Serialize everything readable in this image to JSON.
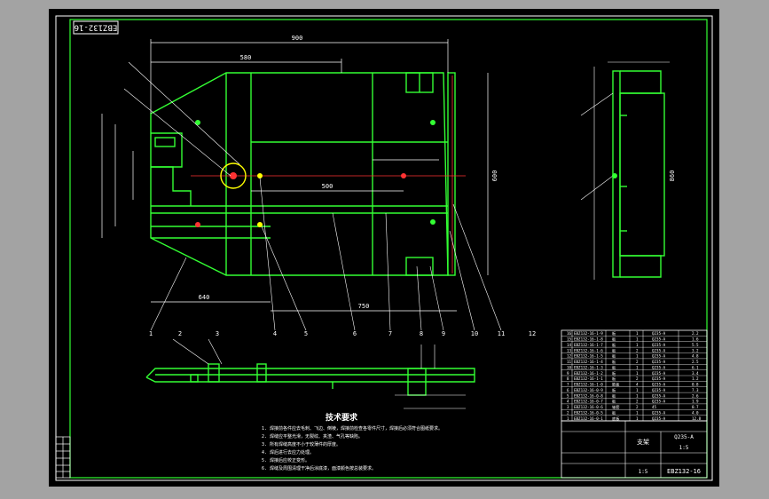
{
  "drawing_number": "EBZ132-16",
  "tech_title": "技术要求",
  "tech_notes": [
    "1. 焊接前各件应去毛刺、飞边、倒棱，焊接前检查各零件尺寸，焊接后必须符合图纸要求。",
    "2. 焊缝应平整光滑，无裂纹、夹渣、气孔等缺陷。",
    "3. 所有焊缝高度不小于较薄件的厚度。",
    "4. 焊后进行去应力处理。",
    "5. 焊接后应校正变形。",
    "6. 焊缝及周围清理干净后涂底漆，面漆颜色按总装要求。"
  ],
  "callouts": [
    "1",
    "2",
    "3",
    "4",
    "5",
    "6",
    "7",
    "8",
    "9",
    "10",
    "11",
    "12"
  ],
  "dimensions": {
    "top_overall": "900",
    "top_left": "580",
    "right_height": "600",
    "bottom_left": "640",
    "bottom_mid": "750",
    "inner_span": "500",
    "right_view_height": "860"
  },
  "parts_list": [
    {
      "no": "16",
      "code": "EBZ132-16-1-9",
      "name": "板",
      "qty": "1",
      "mat": "Q235-A",
      "wt": "2.2"
    },
    {
      "no": "15",
      "code": "EBZ132-16-1-8",
      "name": "板",
      "qty": "1",
      "mat": "Q235-A",
      "wt": "1.6"
    },
    {
      "no": "14",
      "code": "EBZ132-16-1-7",
      "name": "板",
      "qty": "1",
      "mat": "Q235-A",
      "wt": "5.5"
    },
    {
      "no": "13",
      "code": "EBZ132-16-1-6",
      "name": "板",
      "qty": "2",
      "mat": "Q235-A",
      "wt": "3.2"
    },
    {
      "no": "12",
      "code": "EBZ132-16-1-5",
      "name": "板",
      "qty": "1",
      "mat": "Q235-A",
      "wt": "4.8"
    },
    {
      "no": "11",
      "code": "EBZ132-16-1-4",
      "name": "板",
      "qty": "2",
      "mat": "Q235-A",
      "wt": "2.5"
    },
    {
      "no": "10",
      "code": "EBZ132-16-1-3",
      "name": "板",
      "qty": "1",
      "mat": "Q235-A",
      "wt": "6.1"
    },
    {
      "no": "9",
      "code": "EBZ132-16-1-2",
      "name": "板",
      "qty": "1",
      "mat": "Q235-A",
      "wt": "3.4"
    },
    {
      "no": "8",
      "code": "EBZ132-16-1-1",
      "name": "板",
      "qty": "2",
      "mat": "Q235-A",
      "wt": "1.2"
    },
    {
      "no": "7",
      "code": "EBZ132-16-1-0",
      "name": "筋板",
      "qty": "4",
      "mat": "Q235-A",
      "wt": "0.8"
    },
    {
      "no": "6",
      "code": "EBZ132-16-0-9",
      "name": "板",
      "qty": "1",
      "mat": "Q235-A",
      "wt": "7.3"
    },
    {
      "no": "5",
      "code": "EBZ132-16-0-8",
      "name": "板",
      "qty": "1",
      "mat": "Q235-A",
      "wt": "2.6"
    },
    {
      "no": "4",
      "code": "EBZ132-16-0-7",
      "name": "板",
      "qty": "2",
      "mat": "Q235-A",
      "wt": "1.9"
    },
    {
      "no": "3",
      "code": "EBZ132-16-0-6",
      "name": "轴套",
      "qty": "2",
      "mat": "45",
      "wt": "0.7"
    },
    {
      "no": "2",
      "code": "EBZ132-16-0-5",
      "name": "板",
      "qty": "1",
      "mat": "Q235-A",
      "wt": "4.0"
    },
    {
      "no": "1",
      "code": "EBZ132-16-0-1",
      "name": "底板",
      "qty": "1",
      "mat": "Q235-A",
      "wt": "12.8"
    }
  ],
  "title_block": {
    "part_name": "支架",
    "material": "Q235-A",
    "scale": "1:5",
    "drawing_no": "EBZ132-16",
    "sheet": "1:5"
  },
  "colors": {
    "outline": "#33ff33",
    "dimension": "#ffffff",
    "center": "#ff3333",
    "hatch": "#ffff00"
  }
}
